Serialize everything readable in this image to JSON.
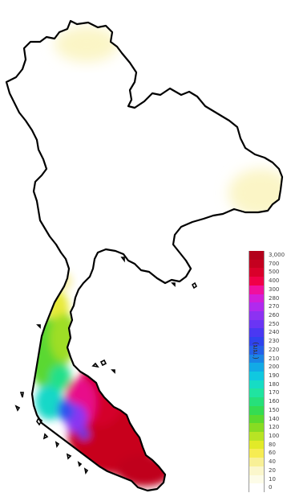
{
  "legend": {
    "unit": "(มม.)",
    "ticks": [
      "3,000",
      "700",
      "500",
      "400",
      "300",
      "280",
      "270",
      "260",
      "250",
      "240",
      "230",
      "220",
      "210",
      "200",
      "190",
      "180",
      "170",
      "160",
      "150",
      "140",
      "120",
      "100",
      "80",
      "60",
      "40",
      "20",
      "10",
      "0"
    ],
    "colors": [
      "#b3001b",
      "#c4001f",
      "#d9002a",
      "#f00048",
      "#f0109e",
      "#d21ed8",
      "#b02aee",
      "#8c32f2",
      "#6a35f4",
      "#4a38f2",
      "#2f43ee",
      "#2460e8",
      "#1a85e6",
      "#12aae6",
      "#10c8e0",
      "#16dcc4",
      "#20e4a0",
      "#26e07a",
      "#34dc52",
      "#5ada2e",
      "#88dc22",
      "#b8e424",
      "#e2ea28",
      "#f6ec52",
      "#f8f096",
      "#fbf7cc",
      "#fdfce8",
      "#ffffff"
    ]
  },
  "rainfall": {
    "blobs": [
      {
        "kind": "north-pale",
        "color": "#fbf5c6"
      },
      {
        "kind": "east-pale",
        "color": "#fbf5c6"
      },
      {
        "kind": "west-green",
        "color": "#7cdc2a"
      },
      {
        "kind": "south-red",
        "color": "#c8001e"
      },
      {
        "kind": "south-magenta",
        "color": "#e80a8a"
      },
      {
        "kind": "south-blue",
        "color": "#2f4fee"
      }
    ]
  }
}
